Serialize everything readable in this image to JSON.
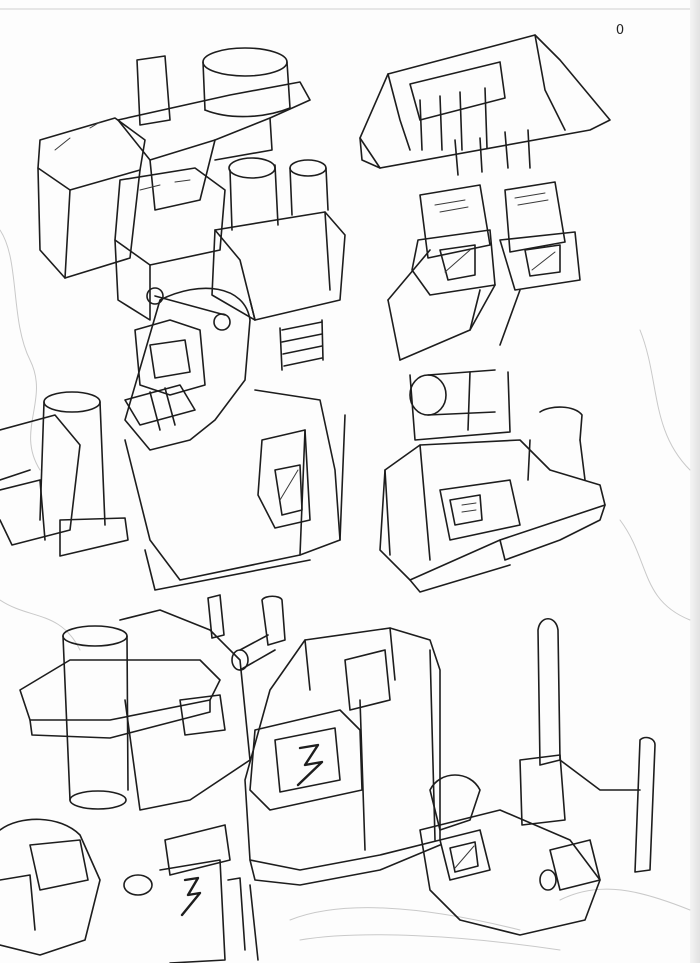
{
  "page": {
    "corner_mark": "0",
    "lightning_glyph_1": "ϟ",
    "lightning_glyph_2": "ϟ"
  },
  "colors": {
    "ink": "#1d1d1d",
    "paper": "#fdfdfd",
    "faint_pencil": "#c9c9c9"
  }
}
